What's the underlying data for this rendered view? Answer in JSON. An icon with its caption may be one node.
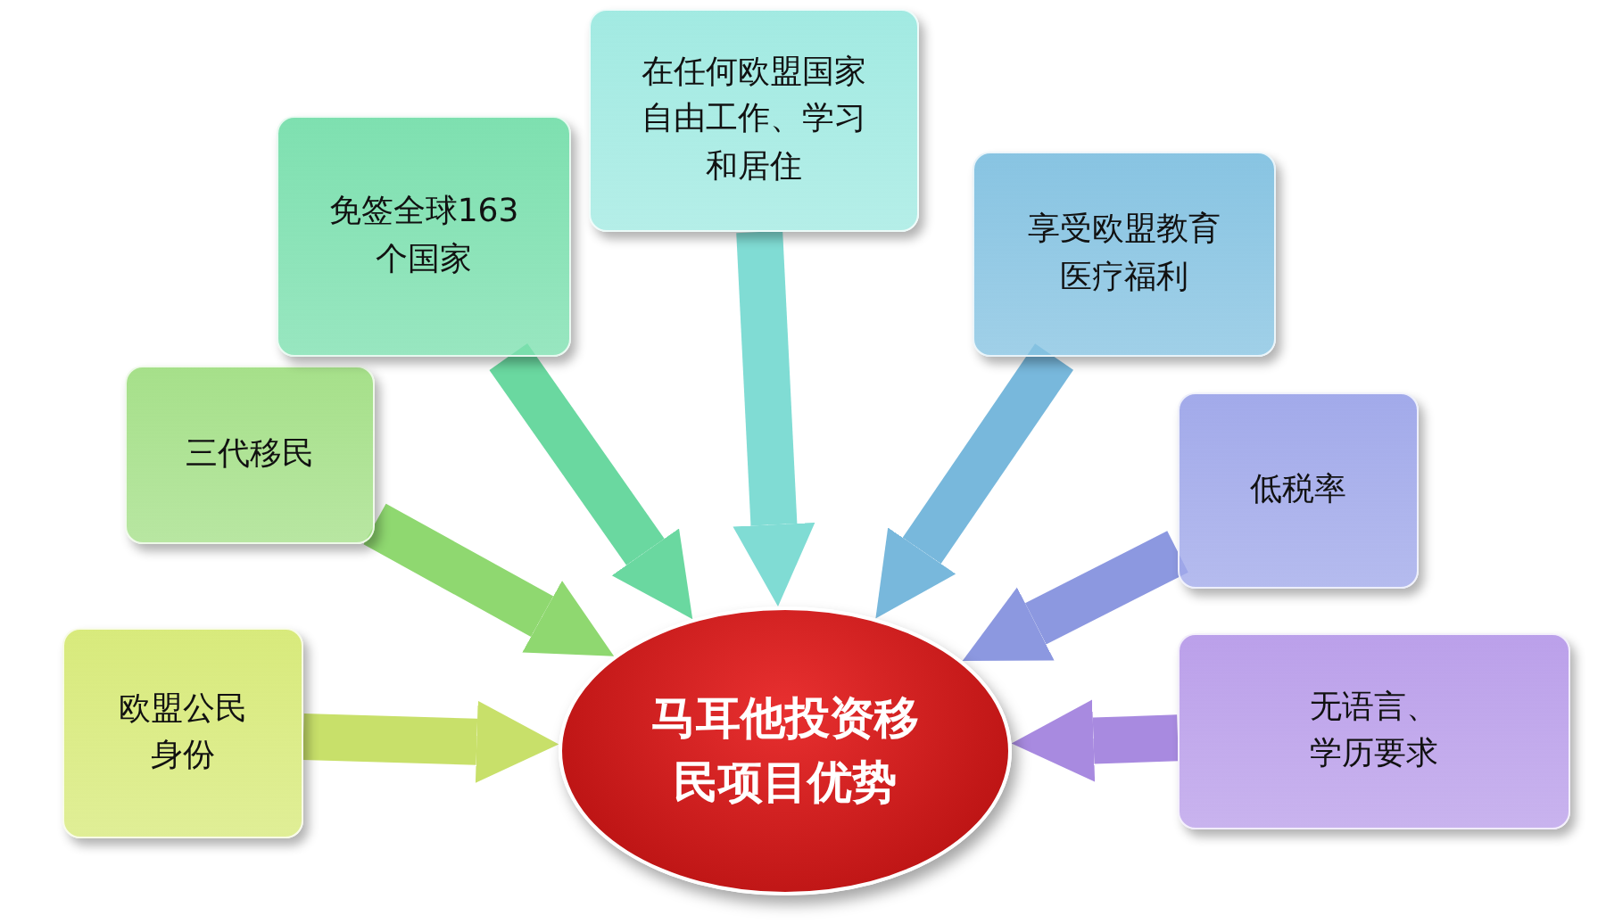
{
  "diagram": {
    "nodes": [
      {
        "text": [
          "马耳他投资移民项目优势"
        ]
      },
      {
        "text": [
          "欧盟公民身份"
        ]
      },
      {
        "text": [
          "三代移民"
        ]
      },
      {
        "text": [
          "免签全球163个国家"
        ]
      },
      {
        "text": [
          "在任何欧盟国家自由工作、学习和居住"
        ]
      },
      {
        "text": [
          "享受欧盟教育医疗福利"
        ]
      },
      {
        "text": [
          "低税率"
        ]
      },
      {
        "text": [
          "无语言、学历要求"
        ]
      }
    ],
    "edges": [
      {
        "from": 1,
        "to": 0,
        "arrow": "to",
        "color": "#c8e06a"
      },
      {
        "from": 2,
        "to": 0,
        "arrow": "to",
        "color": "#8fd870"
      },
      {
        "from": 3,
        "to": 0,
        "arrow": "to",
        "color": "#6ad8a0"
      },
      {
        "from": 4,
        "to": 0,
        "arrow": "to",
        "color": "#80dcd4"
      },
      {
        "from": 5,
        "to": 0,
        "arrow": "to",
        "color": "#78b8dc"
      },
      {
        "from": 6,
        "to": 0,
        "arrow": "to",
        "color": "#8c98e0"
      },
      {
        "from": 7,
        "to": 0,
        "arrow": "to",
        "color": "#a88ae0"
      }
    ]
  }
}
